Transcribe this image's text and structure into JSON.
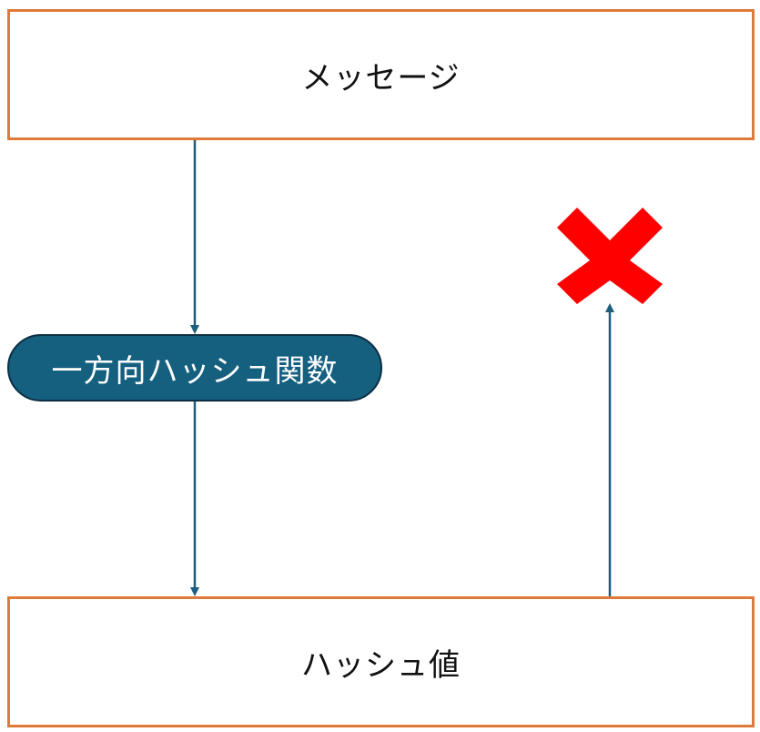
{
  "diagram": {
    "message_label": "メッセージ",
    "function_label": "一方向ハッシュ関数",
    "hash_label": "ハッシュ値",
    "reverse_blocked_icon": "cross-mark-icon"
  },
  "colors": {
    "box_border": "#e07a3a",
    "function_fill": "#155f7f",
    "arrow": "#1b5e7d",
    "cross": "#ff0000"
  }
}
